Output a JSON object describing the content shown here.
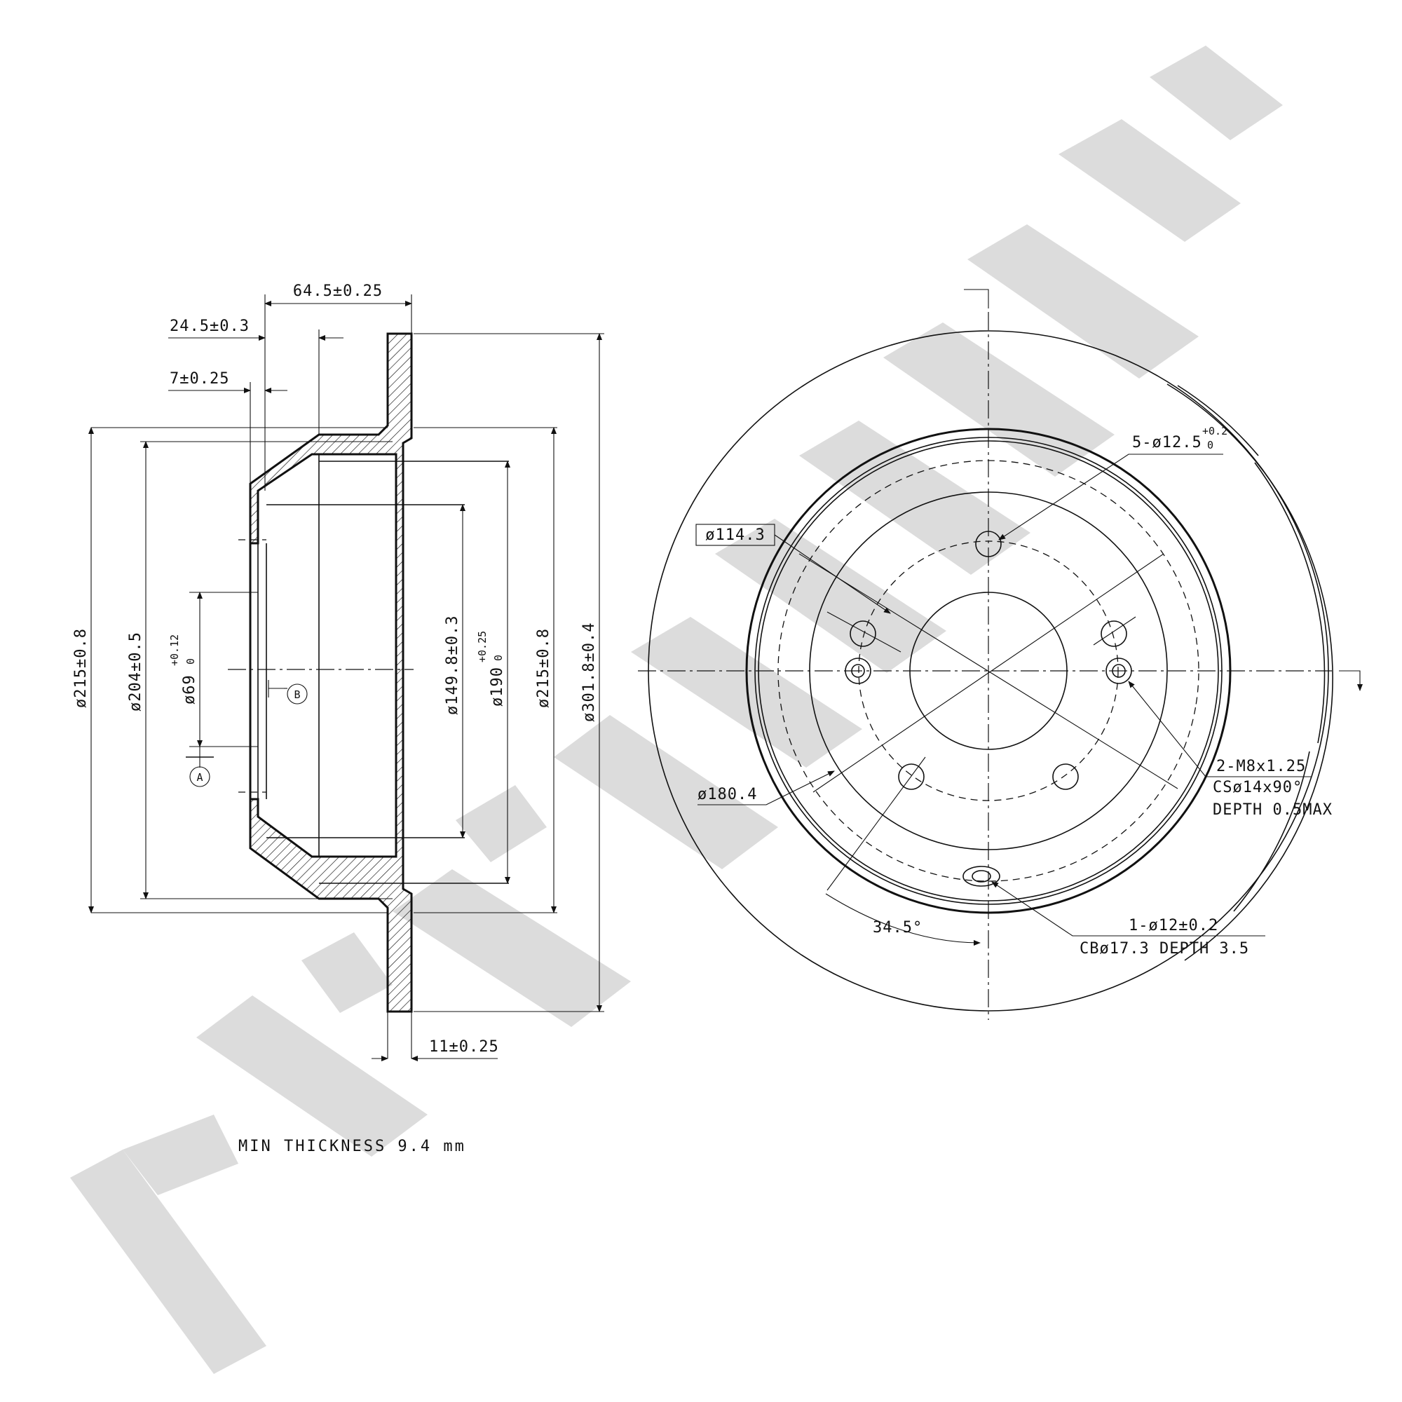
{
  "watermark": {
    "text": "ZENIEK",
    "color": "#dcdcdc"
  },
  "drawing": {
    "line_color": "#111111",
    "section_view": {
      "dims": {
        "depth_total": "64.5±0.25",
        "depth_mid": "24.5±0.3",
        "depth_small": "7±0.25",
        "disc_thickness": "11±0.25",
        "dia_215_left": "ø215±0.8",
        "dia_204": "ø204±0.5",
        "dia_69": "ø69",
        "dia_69_tol_upper": "+0.12",
        "dia_69_tol_lower": "0",
        "dia_149": "ø149.8±0.3",
        "dia_190": "ø190",
        "dia_190_tol_upper": "+0.25",
        "dia_190_tol_lower": "0",
        "dia_215_right": "ø215±0.8",
        "dia_301": "ø301.8±0.4"
      },
      "datum_a": "A",
      "datum_b": "B",
      "min_thickness": "MIN THICKNESS 9.4 mm"
    },
    "front_view": {
      "holes_label": "5-ø12.5",
      "holes_tol_upper": "+0.2",
      "holes_tol_lower": "0",
      "pcd_box": "ø114.3",
      "dia_180": "ø180.4",
      "thread_line1": "2-M8x1.25",
      "thread_line2": "CSø14x90°",
      "thread_line3": "DEPTH 0.5MAX",
      "angle": "34.5°",
      "pin_line1": "1-ø12±0.2",
      "pin_line2": "CBø17.3 DEPTH 3.5"
    }
  }
}
